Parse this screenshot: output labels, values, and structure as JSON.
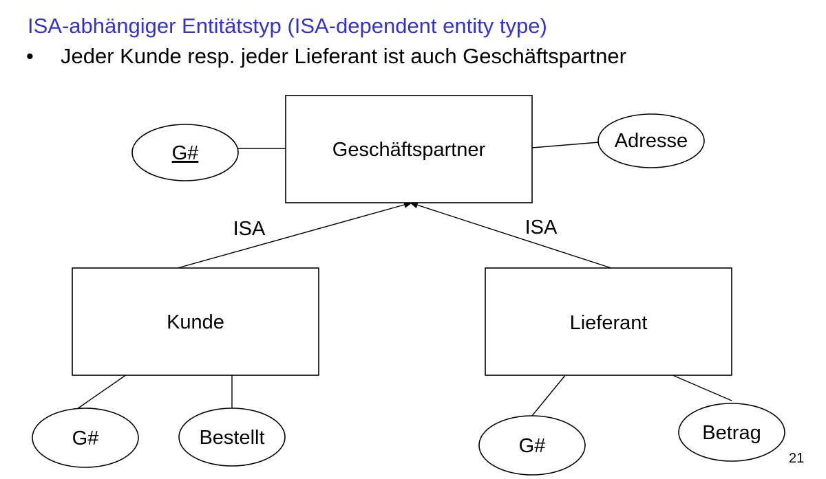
{
  "slide": {
    "title": "ISA-abhängiger Entitätstyp (ISA-dependent entity type)",
    "bullet_symbol": "•",
    "bullet_text": "Jeder Kunde resp. jeder Lieferant ist auch Geschäftspartner",
    "page_number": "21"
  },
  "colors": {
    "title": "#3333CC",
    "text": "#000000",
    "background": "#FFFFFF"
  },
  "diagram": {
    "entities": {
      "geschaeftspartner": "Geschäftspartner",
      "kunde": "Kunde",
      "lieferant": "Lieferant"
    },
    "attributes": {
      "gp_key": "G#",
      "gp_adresse": "Adresse",
      "kunde_key": "G#",
      "kunde_bestellt": "Bestellt",
      "lieferant_key": "G#",
      "lieferant_betrag": "Betrag"
    },
    "relationships": {
      "isa_kunde": "ISA",
      "isa_lieferant": "ISA"
    }
  }
}
